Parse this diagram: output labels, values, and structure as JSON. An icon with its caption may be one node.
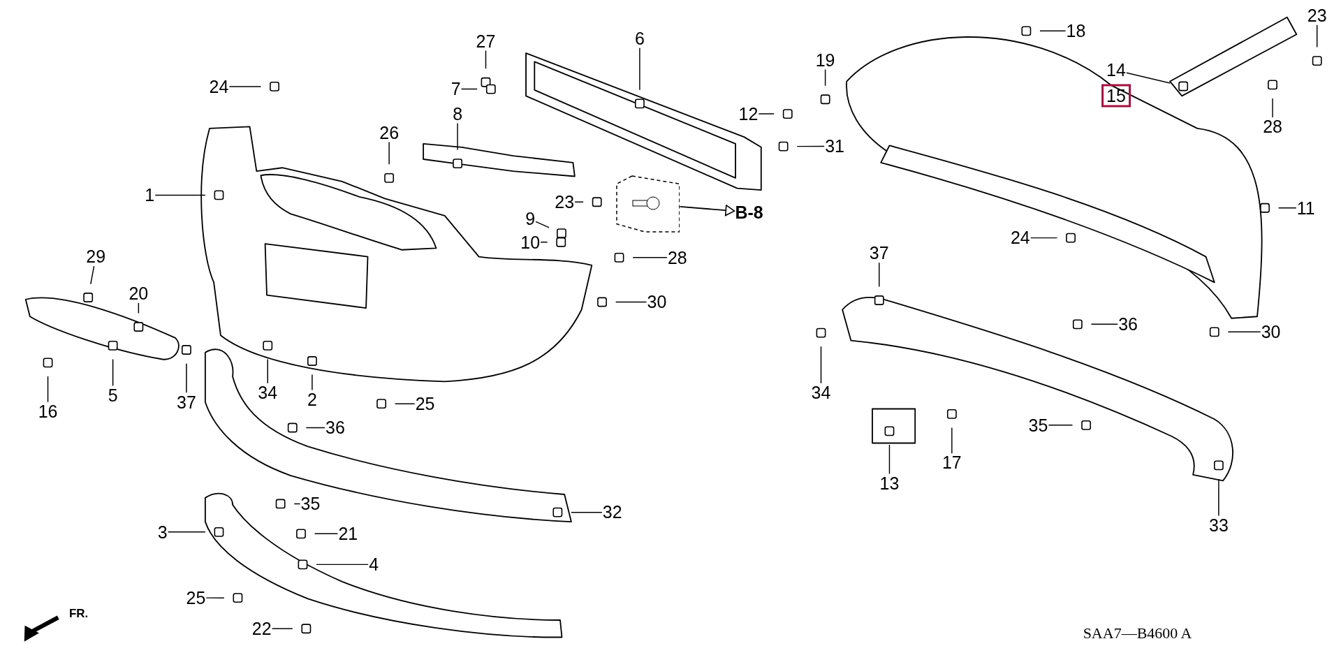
{
  "diagram": {
    "nodes": [
      {
        "text": [
          "24"
        ]
      },
      {
        "text": [
          "27"
        ]
      },
      {
        "text": [
          "6"
        ]
      },
      {
        "text": [
          "7"
        ]
      },
      {
        "text": [
          "8"
        ]
      },
      {
        "text": [
          "26"
        ]
      },
      {
        "text": [
          "1"
        ]
      },
      {
        "text": [
          "23"
        ]
      },
      {
        "text": [
          "9"
        ]
      },
      {
        "text": [
          "10"
        ]
      },
      {
        "text": [
          "28"
        ]
      },
      {
        "text": [
          "29"
        ]
      },
      {
        "text": [
          "20"
        ]
      },
      {
        "text": [
          "30"
        ]
      },
      {
        "text": [
          "16"
        ]
      },
      {
        "text": [
          "5"
        ]
      },
      {
        "text": [
          "37"
        ]
      },
      {
        "text": [
          "34"
        ]
      },
      {
        "text": [
          "2"
        ]
      },
      {
        "text": [
          "25"
        ]
      },
      {
        "text": [
          "36"
        ]
      },
      {
        "text": [
          "35"
        ]
      },
      {
        "text": [
          "32"
        ]
      },
      {
        "text": [
          "3"
        ]
      },
      {
        "text": [
          "21"
        ]
      },
      {
        "text": [
          "4"
        ]
      },
      {
        "text": [
          "25"
        ]
      },
      {
        "text": [
          "22"
        ]
      },
      {
        "text": [
          "19"
        ]
      },
      {
        "text": [
          "12"
        ]
      },
      {
        "text": [
          "31"
        ]
      },
      {
        "text": [
          "18"
        ]
      },
      {
        "text": [
          "23"
        ]
      },
      {
        "text": [
          "14"
        ]
      },
      {
        "text": [
          "15"
        ]
      },
      {
        "text": [
          "28"
        ]
      },
      {
        "text": [
          "11"
        ]
      },
      {
        "text": [
          "24"
        ]
      },
      {
        "text": [
          "37"
        ]
      },
      {
        "text": [
          "36"
        ]
      },
      {
        "text": [
          "30"
        ]
      },
      {
        "text": [
          "34"
        ]
      },
      {
        "text": [
          "35"
        ]
      },
      {
        "text": [
          "13"
        ]
      },
      {
        "text": [
          "17"
        ]
      },
      {
        "text": [
          "33"
        ]
      },
      {
        "text": [],
        "shape": "box"
      },
      {
        "text": [
          "B-8"
        ]
      }
    ],
    "edges": [
      {
        "from": 0,
        "to": null,
        "arrow": "none"
      },
      {
        "from": 1,
        "to": null,
        "arrow": "none"
      },
      {
        "from": 2,
        "to": null,
        "arrow": "none"
      },
      {
        "from": 3,
        "to": null,
        "arrow": "none"
      },
      {
        "from": 4,
        "to": null,
        "arrow": "none"
      },
      {
        "from": 5,
        "to": null,
        "arrow": "none"
      },
      {
        "from": 6,
        "to": null,
        "arrow": "none"
      },
      {
        "from": 7,
        "to": null,
        "arrow": "none"
      },
      {
        "from": 8,
        "to": null,
        "arrow": "none"
      },
      {
        "from": 9,
        "to": null,
        "arrow": "none"
      },
      {
        "from": 10,
        "to": null,
        "arrow": "none"
      },
      {
        "from": 11,
        "to": null,
        "arrow": "none"
      },
      {
        "from": 12,
        "to": null,
        "arrow": "none"
      },
      {
        "from": 13,
        "to": null,
        "arrow": "none"
      },
      {
        "from": 14,
        "to": null,
        "arrow": "none"
      },
      {
        "from": 15,
        "to": null,
        "arrow": "none"
      },
      {
        "from": 16,
        "to": null,
        "arrow": "none"
      },
      {
        "from": 17,
        "to": null,
        "arrow": "none"
      },
      {
        "from": 18,
        "to": null,
        "arrow": "none"
      },
      {
        "from": 19,
        "to": null,
        "arrow": "none"
      },
      {
        "from": 20,
        "to": null,
        "arrow": "none"
      },
      {
        "from": 21,
        "to": null,
        "arrow": "none"
      },
      {
        "from": 22,
        "to": null,
        "arrow": "none"
      },
      {
        "from": 23,
        "to": null,
        "arrow": "none"
      },
      {
        "from": 24,
        "to": null,
        "arrow": "none"
      },
      {
        "from": 25,
        "to": null,
        "arrow": "none"
      },
      {
        "from": 26,
        "to": null,
        "arrow": "none"
      },
      {
        "from": 27,
        "to": null,
        "arrow": "none"
      },
      {
        "from": 28,
        "to": null,
        "arrow": "none"
      },
      {
        "from": 29,
        "to": null,
        "arrow": "none"
      },
      {
        "from": 30,
        "to": null,
        "arrow": "none"
      },
      {
        "from": 31,
        "to": null,
        "arrow": "none"
      },
      {
        "from": 32,
        "to": null,
        "arrow": "none"
      },
      {
        "from": 33,
        "to": null,
        "arrow": "none"
      },
      {
        "from": 35,
        "to": null,
        "arrow": "none"
      },
      {
        "from": 36,
        "to": null,
        "arrow": "none"
      },
      {
        "from": 37,
        "to": null,
        "arrow": "none"
      },
      {
        "from": 38,
        "to": null,
        "arrow": "none"
      },
      {
        "from": 39,
        "to": null,
        "arrow": "none"
      },
      {
        "from": 40,
        "to": null,
        "arrow": "none"
      },
      {
        "from": 41,
        "to": null,
        "arrow": "none"
      },
      {
        "from": 42,
        "to": null,
        "arrow": "none"
      },
      {
        "from": 43,
        "to": null,
        "arrow": "none"
      },
      {
        "from": 44,
        "to": null,
        "arrow": "none"
      },
      {
        "from": 45,
        "to": null,
        "arrow": "none"
      },
      {
        "from": 46,
        "to": 47,
        "arrow": "to"
      }
    ],
    "labels": [
      "FR.",
      "SAA7—B4600 A"
    ]
  }
}
